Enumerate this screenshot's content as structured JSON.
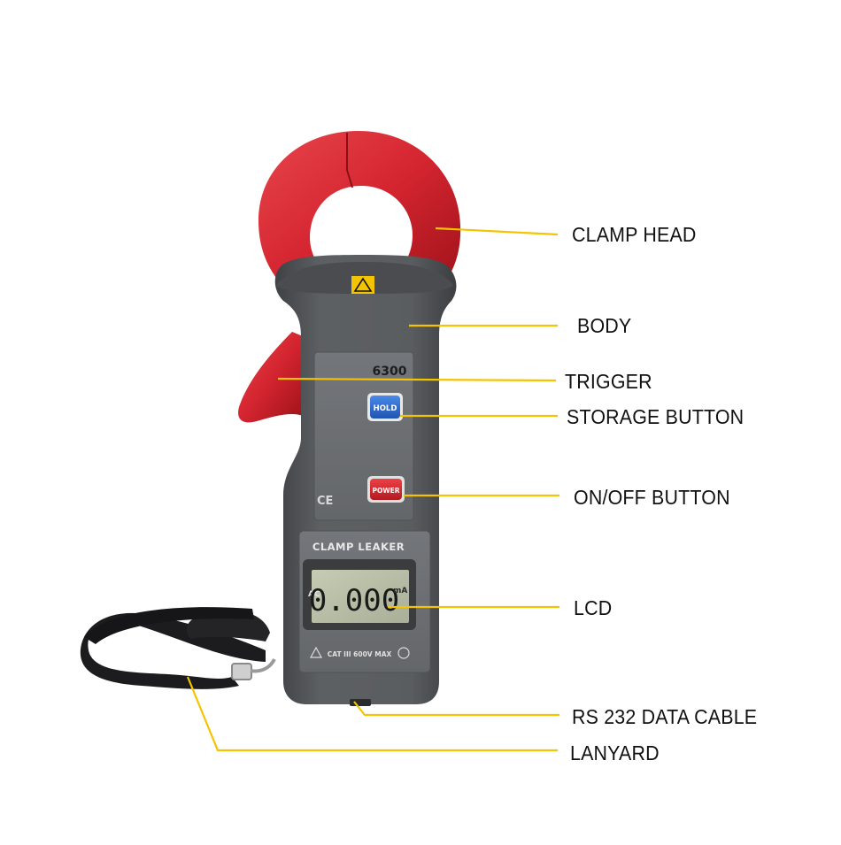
{
  "device": {
    "model": "6300",
    "brand_label": "CLAMP LEAKER",
    "hold_button": "HOLD",
    "power_button": "POWER",
    "ce_mark": "CE",
    "lcd_reading": "0.000",
    "lcd_left_unit": "AC",
    "lcd_right_unit": "mA",
    "safety_rating": "CAT III 600V MAX"
  },
  "callouts": [
    {
      "id": "clamp-head",
      "label": "CLAMP HEAD"
    },
    {
      "id": "body",
      "label": "BODY"
    },
    {
      "id": "trigger",
      "label": "TRIGGER"
    },
    {
      "id": "storage-button",
      "label": "STORAGE BUTTON"
    },
    {
      "id": "on-off-button",
      "label": "ON/OFF BUTTON"
    },
    {
      "id": "lcd",
      "label": "LCD"
    },
    {
      "id": "rs232-data-cable",
      "label": "RS 232 DATA CABLE"
    },
    {
      "id": "lanyard",
      "label": "LANYARD"
    }
  ],
  "colors": {
    "leader_line": "#f5c400",
    "clamp_red": "#d42530",
    "body_gray": "#5a5c5f",
    "panel_gray": "#6c6f72",
    "hold_blue": "#2f6fd0",
    "power_red": "#d6282e",
    "lcd_green": "#b9bfa6"
  }
}
